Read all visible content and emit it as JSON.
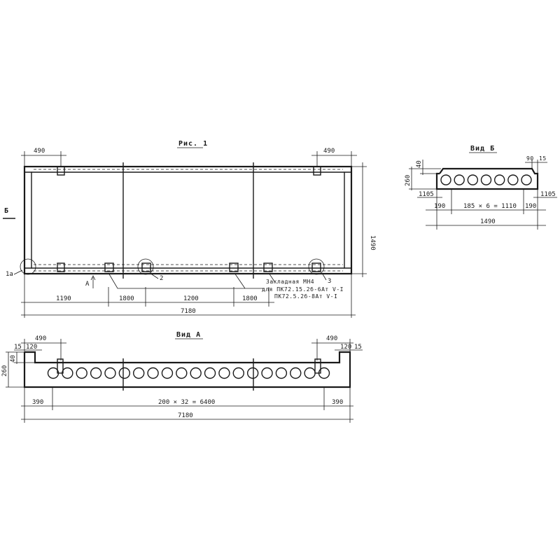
{
  "plan": {
    "title": "Рис. 1",
    "section_mark_b": "Б",
    "view_mark_a": "А",
    "callouts": [
      "1а",
      "2",
      "3"
    ],
    "dims_top": [
      "490",
      "490"
    ],
    "dim_side": "1490",
    "dims_bottom": [
      "1190",
      "1800",
      "1200",
      "1800"
    ],
    "dim_total": "7180",
    "note_lines": [
      "Закладная МН4",
      "для ПК72.15.2б-6Ат V-I",
      "ПК72.5.2б-8Ат V-I"
    ]
  },
  "view_a": {
    "title": "Вид А",
    "dims_top": [
      "490",
      "490"
    ],
    "dims_small_left": [
      "15",
      "120"
    ],
    "dims_small_right": [
      "120",
      "15"
    ],
    "dim_height": "260",
    "dim_height_small": "40",
    "dims_bottom": [
      "390",
      "200 × 32 = 6400",
      "390"
    ],
    "dim_total": "7180",
    "hole_count": 20
  },
  "view_b": {
    "title": "Вид Б",
    "dim_height": "260",
    "dim_top_left": "40",
    "dims_top_right": [
      "90",
      "15"
    ],
    "dim_left_small": "1105",
    "dim_right_small": "1105",
    "dims_bottom": [
      "190",
      "185 × 6 = 1110",
      "190"
    ],
    "dim_total": "1490",
    "hole_count": 7
  }
}
